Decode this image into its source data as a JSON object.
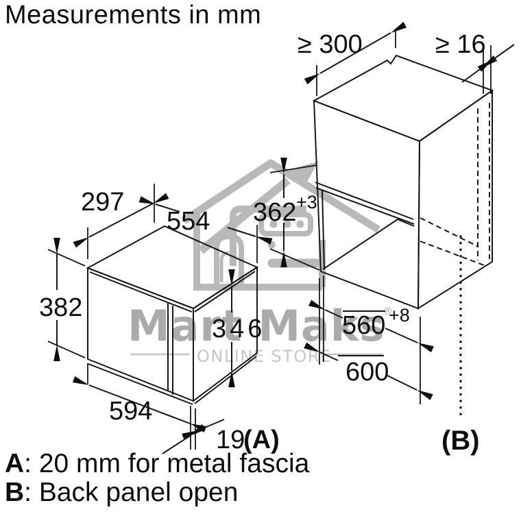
{
  "title": "Measurements in mm",
  "watermark": {
    "brand": "Mart Maks",
    "registered": "®",
    "tagline": "ONLINE STORE"
  },
  "appliance_dims": {
    "depth": "297",
    "top_width": "554",
    "height": "382",
    "front_height": "346",
    "bottom_width": "594",
    "fascia_gap": "19",
    "fascia_ref": "(A)"
  },
  "niche_dims": {
    "min_depth": "≥ 300",
    "min_side_panel": "≥ 16",
    "niche_height": "362",
    "niche_height_tolerance": "+3",
    "niche_width": "560",
    "niche_width_tolerance": "+8",
    "cabinet_width": "600",
    "back_ref": "(B)"
  },
  "legend": [
    {
      "key": "A",
      "text": ": 20 mm for metal fascia"
    },
    {
      "key": "B",
      "text": ": Back panel open"
    }
  ]
}
